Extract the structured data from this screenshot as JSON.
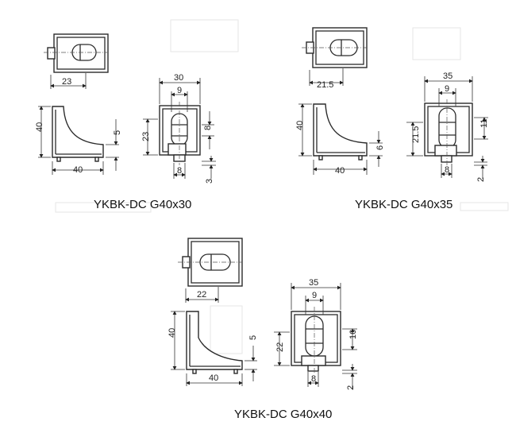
{
  "captions": {
    "g40x30": "YKBK-DC G40x30",
    "g40x35": "YKBK-DC G40x35",
    "g40x40": "YKBK-DC G40x40"
  },
  "dims": {
    "g40x30": {
      "top_width": "23",
      "side_height": "40",
      "side_foot": "5",
      "side_width": "40",
      "front_width": "30",
      "front_slot": "9",
      "front_slot_h": "8",
      "front_height": "23",
      "front_base": "8",
      "front_bottom": "3"
    },
    "g40x35": {
      "top_width": "21.5",
      "side_height": "40",
      "side_foot": "6",
      "side_width": "40",
      "front_width": "35",
      "front_slot": "9",
      "front_slot_h": "11",
      "front_height": "21.5",
      "front_base": "8",
      "front_bottom": "2"
    },
    "g40x40": {
      "top_width": "22",
      "side_height": "40",
      "side_foot": "5",
      "side_width": "40",
      "front_width": "35",
      "front_slot": "9",
      "front_slot_h": "16",
      "front_height": "22",
      "front_base": "8",
      "front_bottom": "2"
    }
  },
  "colors": {
    "line": "#2b2b2b",
    "background": "#ffffff"
  }
}
